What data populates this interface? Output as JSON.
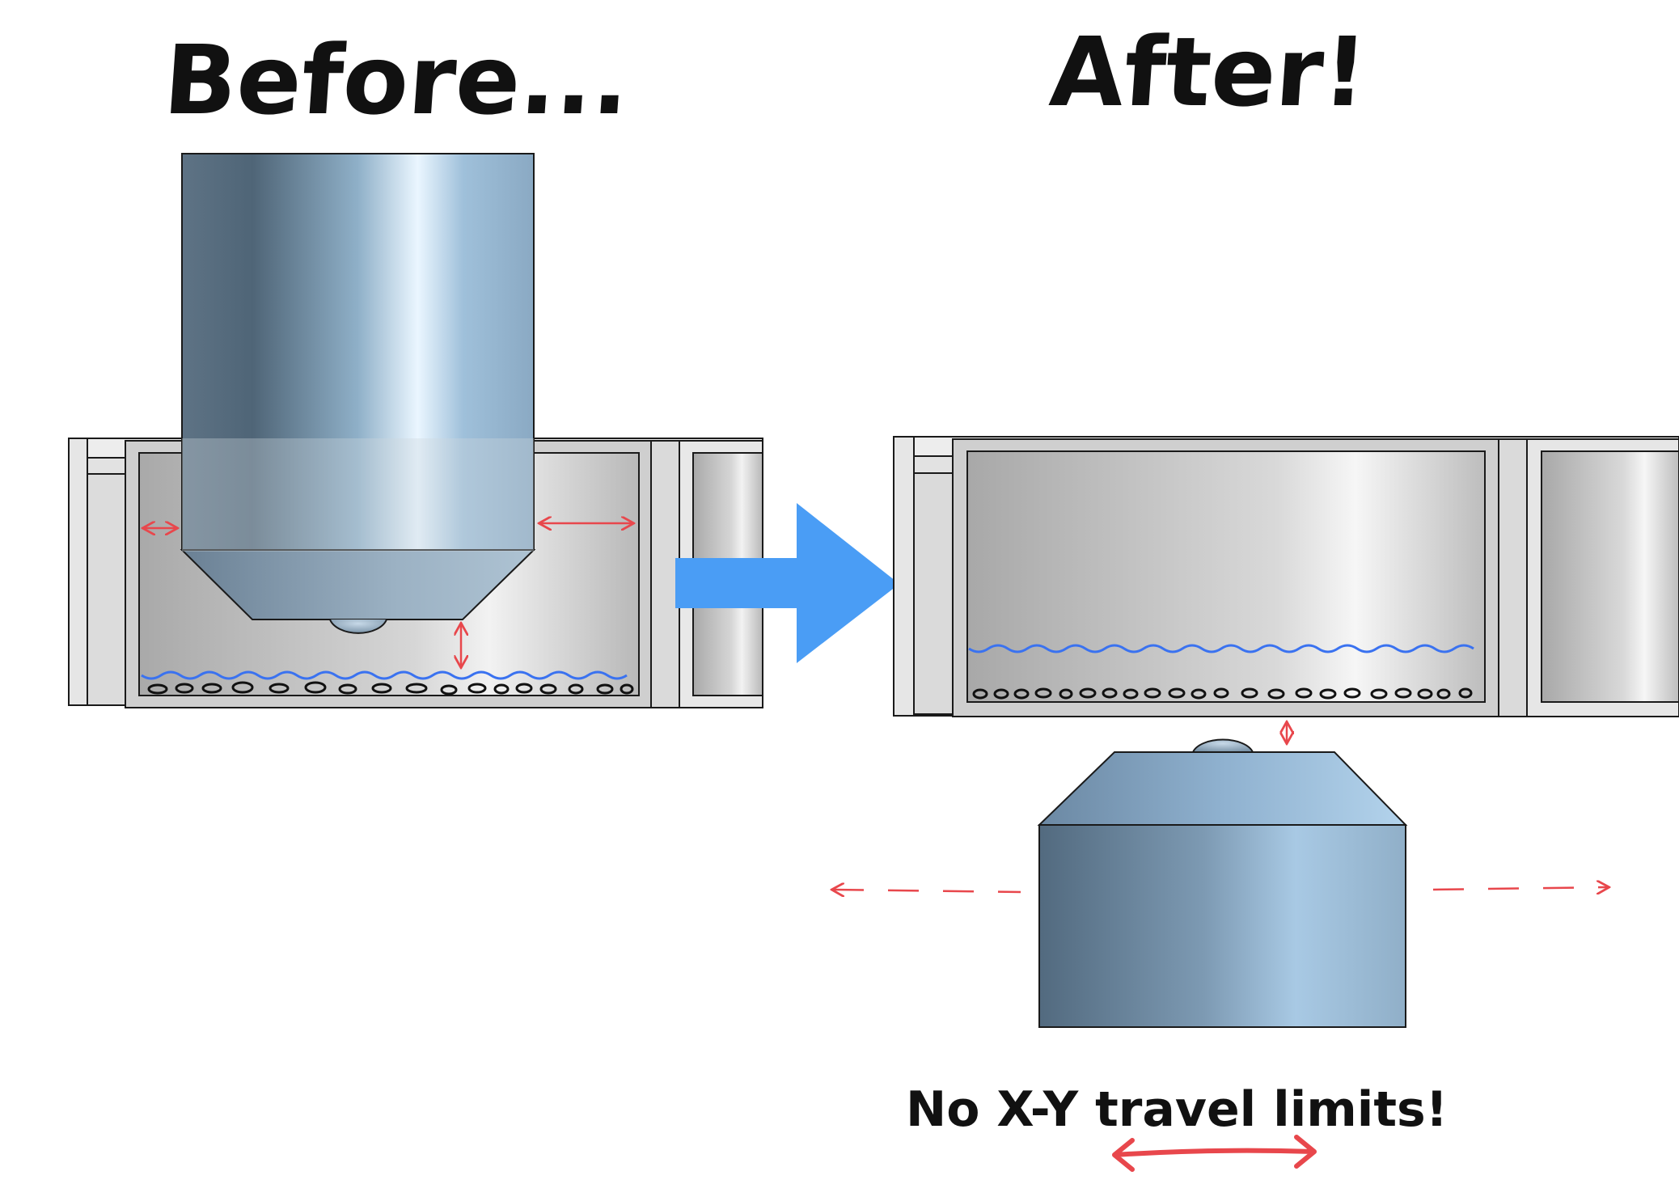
{
  "titles": {
    "before": "Before...",
    "after": "After!"
  },
  "caption": "No X-Y travel limits!",
  "colors": {
    "arrow": "#4a9df5",
    "annotation": "#e8474c",
    "meniscus": "#3a72f0",
    "outline": "#111111",
    "well_light": "#efefef",
    "well_dark": "#b7b7b7",
    "objective_dark": "#526a7f",
    "objective_light": "#a6c8e4"
  },
  "icons": {
    "transition": "right-arrow-icon",
    "double_arrow": "double-arrow-icon"
  }
}
